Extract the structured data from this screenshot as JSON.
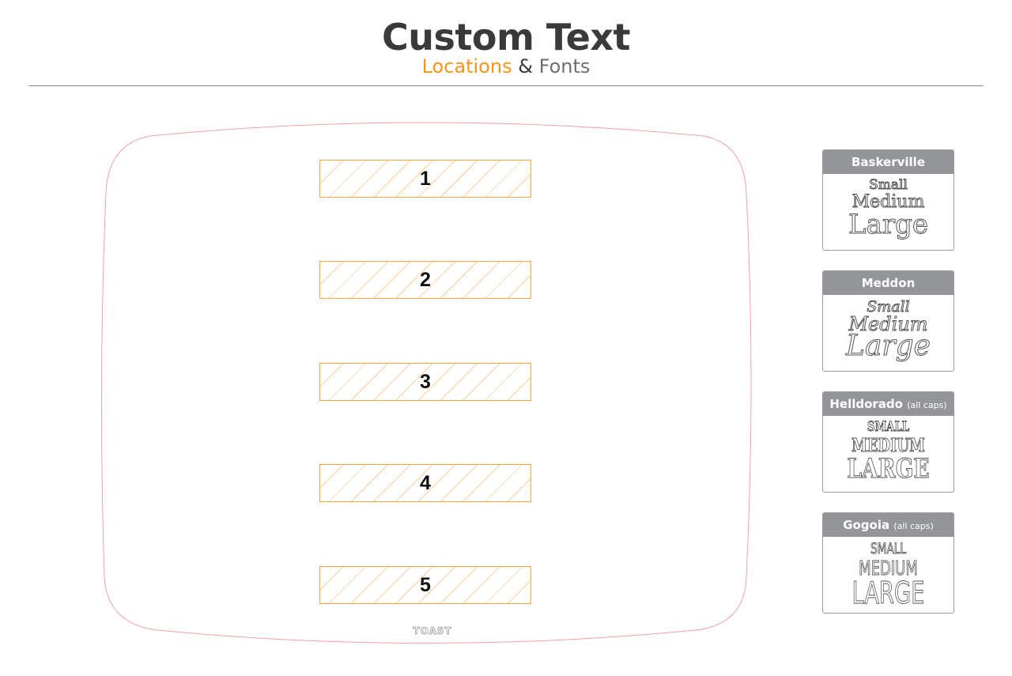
{
  "header": {
    "title": "Custom Text",
    "subtitle_locations": "Locations",
    "subtitle_amp": "&",
    "subtitle_fonts": "Fonts"
  },
  "locations": [
    "1",
    "2",
    "3",
    "4",
    "5"
  ],
  "board": {
    "logo": "TOAST",
    "outline_color": "#f4a0a0"
  },
  "fonts": [
    {
      "name": "Baskerville",
      "note": "",
      "small": "Small",
      "medium": "Medium",
      "large": "Large"
    },
    {
      "name": "Meddon",
      "note": "",
      "small": "Small",
      "medium": "Medium",
      "large": "Large"
    },
    {
      "name": "Helldorado",
      "note": "(all caps)",
      "small": "SMALL",
      "medium": "MEDIUM",
      "large": "LARGE"
    },
    {
      "name": "Gogoia",
      "note": "(all caps)",
      "small": "SMALL",
      "medium": "MEDIUM",
      "large": "LARGE"
    }
  ],
  "colors": {
    "accent": "#f7941d",
    "title": "#3a3a3a",
    "card_header": "#939598"
  }
}
